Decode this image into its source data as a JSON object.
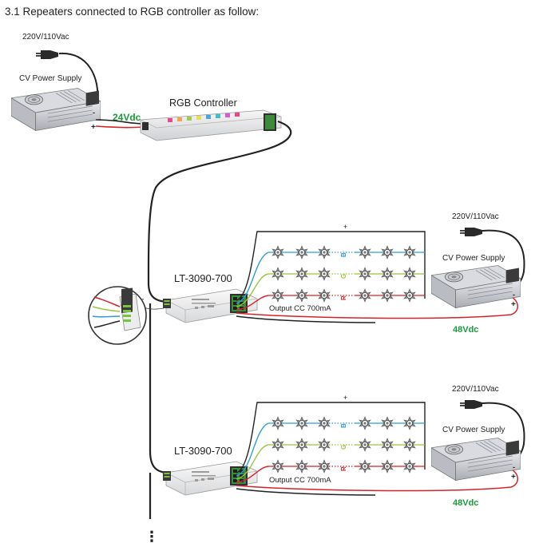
{
  "heading": "3.1  Repeaters connected to RGB controller as follow:",
  "mains_label": "220V/110Vac",
  "power_supply_label": "CV Power Supply",
  "controller_label": "RGB Controller",
  "controller_voltage": "24Vdc",
  "repeater_model": "LT-3090-700",
  "output_label": "Output CC 700mA",
  "psu_voltage": "48Vdc",
  "plus_sign": "+",
  "minus_sign": "-",
  "channels": [
    "B",
    "G",
    "R"
  ],
  "continuation": "⋮",
  "colors": {
    "red_wire": "#d6232a",
    "green_wire": "#9bc53d",
    "blue_wire": "#2e9cd8",
    "black_wire": "#222222",
    "voltage_text": "#1a9a3a"
  }
}
